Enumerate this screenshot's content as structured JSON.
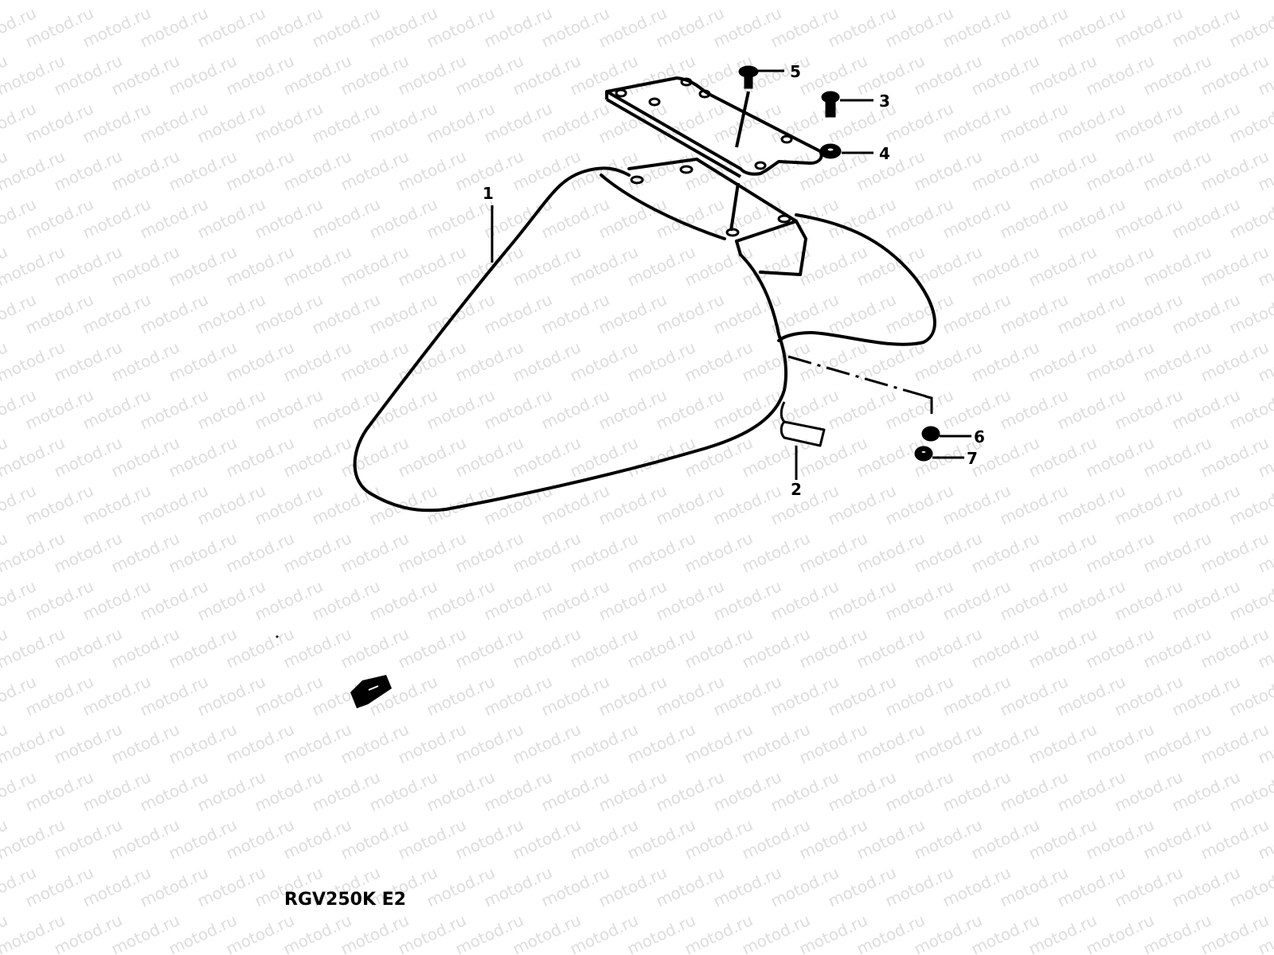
{
  "watermark": {
    "text": "motod.ru",
    "color": "#dcdcdc"
  },
  "diagram": {
    "model_label": "RGV250K E2",
    "callouts": [
      {
        "id": "1",
        "label": "1"
      },
      {
        "id": "2",
        "label": "2"
      },
      {
        "id": "3",
        "label": "3"
      },
      {
        "id": "4",
        "label": "4"
      },
      {
        "id": "5",
        "label": "5"
      },
      {
        "id": "6",
        "label": "6"
      },
      {
        "id": "7",
        "label": "7"
      }
    ],
    "colors": {
      "ink": "#000000",
      "paper": "#ffffff"
    }
  }
}
